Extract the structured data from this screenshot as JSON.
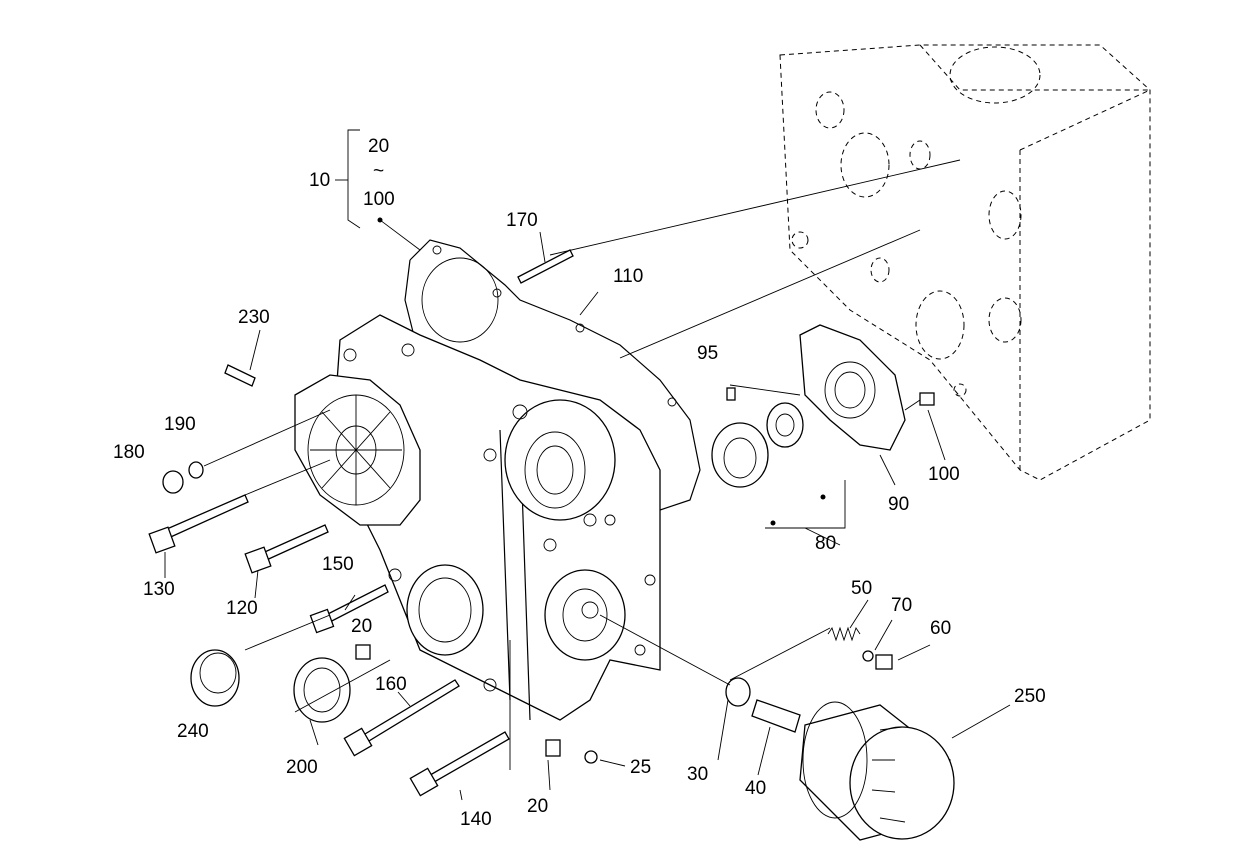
{
  "labels": {
    "group_10": "10",
    "range_start": "20",
    "range_tilde": "~",
    "range_end": "100",
    "p170": "170",
    "p110": "110",
    "p230": "230",
    "p190": "190",
    "p180": "180",
    "p130": "130",
    "p120": "120",
    "p150": "150",
    "p20a": "20",
    "p240": "240",
    "p200": "200",
    "p160": "160",
    "p140": "140",
    "p20b": "20",
    "p25": "25",
    "p95": "95",
    "p90": "90",
    "p100": "100",
    "p80": "80",
    "p50": "50",
    "p70": "70",
    "p60": "60",
    "p250": "250",
    "p30": "30",
    "p40": "40"
  }
}
